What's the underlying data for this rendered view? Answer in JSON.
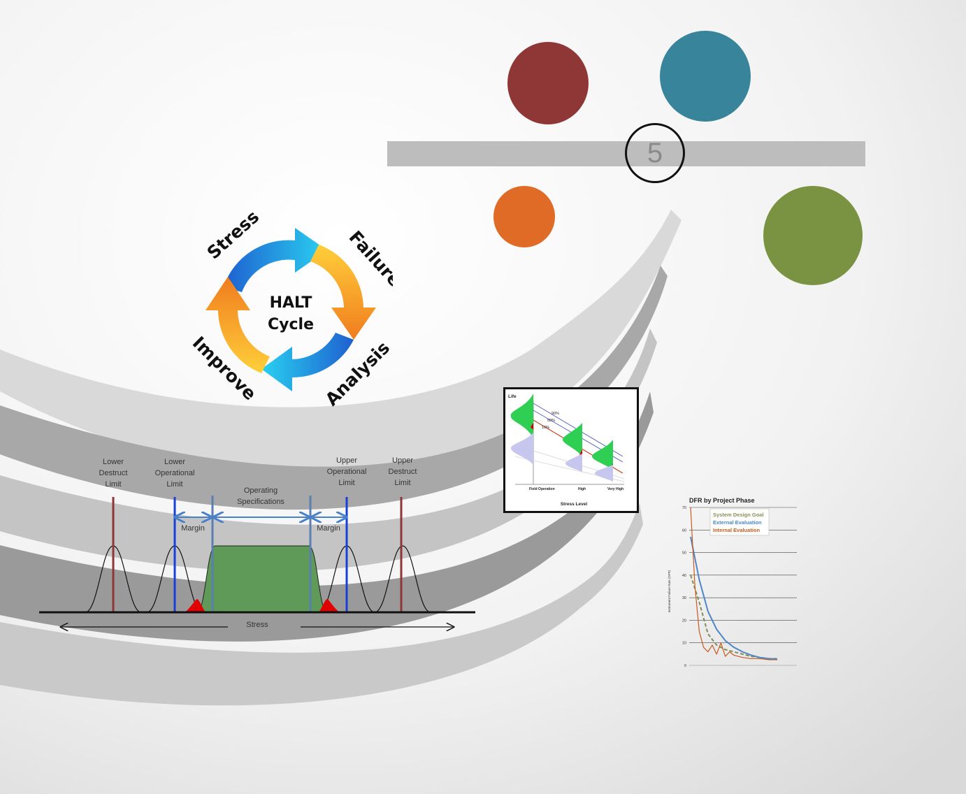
{
  "slide": {
    "number": "5"
  },
  "colors": {
    "red_dot": "#8e3736",
    "teal_dot": "#37849b",
    "orange_dot": "#e06b26",
    "green_dot": "#7a9342",
    "gray_bar": "#bdbdbd"
  },
  "halt_cycle": {
    "center_line1": "HALT",
    "center_line2": "Cycle",
    "stages": [
      "Stress",
      "Failure",
      "Analysis",
      "Improve"
    ]
  },
  "limits_diagram": {
    "lower_destruct": [
      "Lower",
      "Destruct",
      "Limit"
    ],
    "lower_operational": [
      "Lower",
      "Operational",
      "Limit"
    ],
    "operating_specs": [
      "Operating",
      "Specifications"
    ],
    "upper_operational": [
      "Upper",
      "Operational",
      "Limit"
    ],
    "upper_destruct": [
      "Upper",
      "Destruct",
      "Limit"
    ],
    "margin_left": "Margin",
    "margin_right": "Margin",
    "axis_label": "Stress"
  },
  "life_stress_chart": {
    "ylabel": "Life",
    "xlabel": "Stress Level",
    "categories": [
      "Field Operation",
      "High",
      "Very High"
    ],
    "percentile_lines": [
      "90%",
      "50%",
      "10%"
    ]
  },
  "chart_data": {
    "type": "line",
    "title": "DFR by Project Phase",
    "ylabel": "Instrument Failure Rate (DFR)",
    "ylim": [
      0,
      70
    ],
    "yticks": [
      0,
      10,
      20,
      30,
      40,
      50,
      60,
      70
    ],
    "grid": true,
    "legend_placement": "top-right",
    "series": [
      {
        "name": "System Design Goal",
        "color": "#7f8f5a",
        "dash": true,
        "x": [
          0,
          1,
          2,
          3,
          4,
          5,
          6,
          7,
          8,
          9,
          10
        ],
        "values": [
          40,
          28,
          14,
          9,
          7,
          6,
          5,
          4,
          3.5,
          3,
          3
        ]
      },
      {
        "name": "External Evaluation",
        "color": "#4f86c6",
        "dash": false,
        "x": [
          0,
          1,
          2,
          3,
          4,
          5,
          6,
          7,
          8,
          9,
          10
        ],
        "values": [
          57,
          38,
          24,
          16,
          11,
          8,
          6,
          4.5,
          3.5,
          3,
          2.8
        ]
      },
      {
        "name": "Internal Evaluation",
        "color": "#c85a1e",
        "dash": false,
        "x": [
          0,
          0.5,
          1,
          1.5,
          2,
          2.5,
          3,
          3.5,
          4,
          4.5,
          5,
          6,
          7,
          8,
          9,
          10
        ],
        "values": [
          70,
          35,
          15,
          8,
          6,
          9,
          5,
          10,
          4,
          6,
          4.5,
          3.5,
          3,
          3,
          2.5,
          2.5
        ]
      }
    ]
  }
}
